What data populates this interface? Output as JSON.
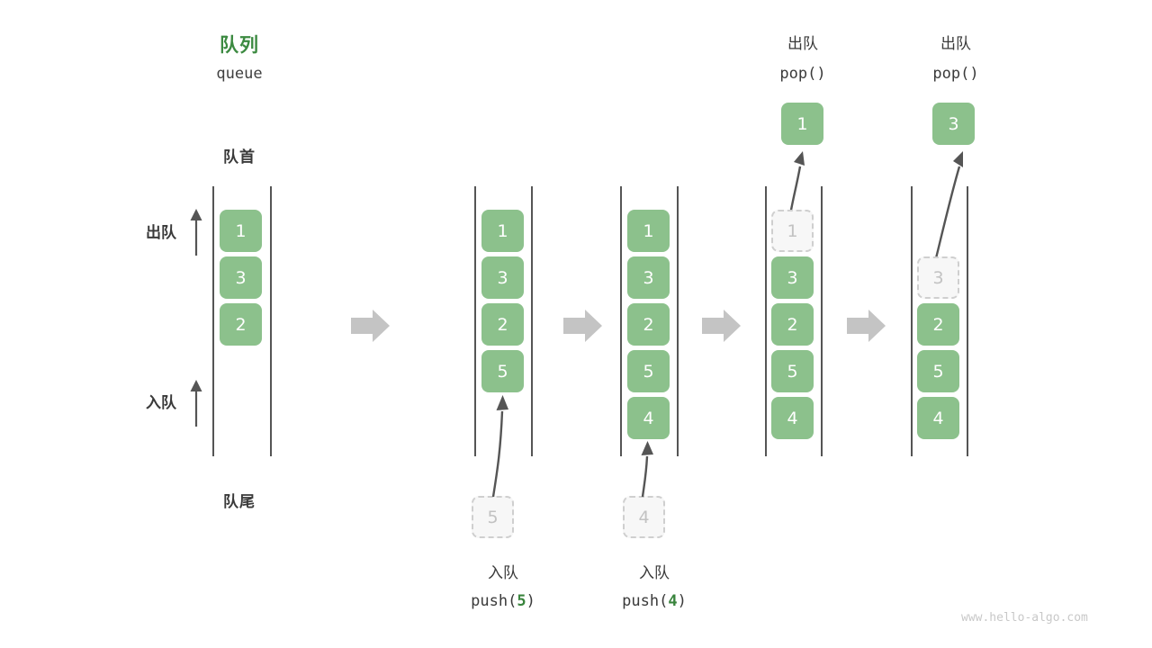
{
  "meta": {
    "watermark": "www.hello-algo.com",
    "title_cn": "队列",
    "title_en": "queue"
  },
  "colors": {
    "accent_green": "#3c8a41",
    "cell_green": "#8cc18c",
    "ghost_fill": "#f7f7f7",
    "ghost_border": "#cfcfcf",
    "ghost_text": "#c2c2c2",
    "rail": "#555555",
    "flow_arrow": "#c4c4c4",
    "text": "#3a3a3a",
    "watermark": "#c8c8c8"
  },
  "labels": {
    "front": "队首",
    "rear": "队尾",
    "dequeue": "出队",
    "enqueue": "入队",
    "pop_cn": "出队",
    "push_cn": "入队"
  },
  "panels": [
    {
      "id": "initial",
      "cells": [
        "1",
        "3",
        "2"
      ],
      "ghost_index": -1,
      "popped": null,
      "incoming": null,
      "caption_cn": "",
      "caption_code": ""
    },
    {
      "id": "push-5",
      "cells": [
        "1",
        "3",
        "2",
        "5"
      ],
      "ghost_index": -1,
      "popped": null,
      "incoming": "5",
      "caption_cn": "入队",
      "caption_code_prefix": "push(",
      "caption_code_value": "5",
      "caption_code_suffix": ")"
    },
    {
      "id": "push-4",
      "cells": [
        "1",
        "3",
        "2",
        "5",
        "4"
      ],
      "ghost_index": -1,
      "popped": null,
      "incoming": "4",
      "caption_cn": "入队",
      "caption_code_prefix": "push(",
      "caption_code_value": "4",
      "caption_code_suffix": ")"
    },
    {
      "id": "pop-1",
      "cells": [
        "1",
        "3",
        "2",
        "5",
        "4"
      ],
      "ghost_index": 0,
      "popped": "1",
      "incoming": null,
      "header_cn": "出队",
      "header_code": "pop()"
    },
    {
      "id": "pop-3",
      "cells": [
        "3",
        "2",
        "5",
        "4"
      ],
      "ghost_index": 0,
      "popped": "3",
      "incoming": null,
      "header_cn": "出队",
      "header_code": "pop()"
    }
  ],
  "chart_data": {
    "type": "diagram",
    "title": "队列 queue — push / pop 操作示意",
    "structure": "queue",
    "initial_state": [
      "1",
      "3",
      "2"
    ],
    "steps": [
      {
        "op": "initial",
        "state": [
          "1",
          "3",
          "2"
        ]
      },
      {
        "op": "push",
        "arg": "5",
        "state": [
          "1",
          "3",
          "2",
          "5"
        ]
      },
      {
        "op": "push",
        "arg": "4",
        "state": [
          "1",
          "3",
          "2",
          "5",
          "4"
        ]
      },
      {
        "op": "pop",
        "returns": "1",
        "state": [
          "3",
          "2",
          "5",
          "4"
        ]
      },
      {
        "op": "pop",
        "returns": "3",
        "state": [
          "2",
          "5",
          "4"
        ]
      }
    ],
    "annotations": {
      "front": "队首",
      "rear": "队尾",
      "dequeue_direction": "出队",
      "enqueue_direction": "入队"
    }
  }
}
